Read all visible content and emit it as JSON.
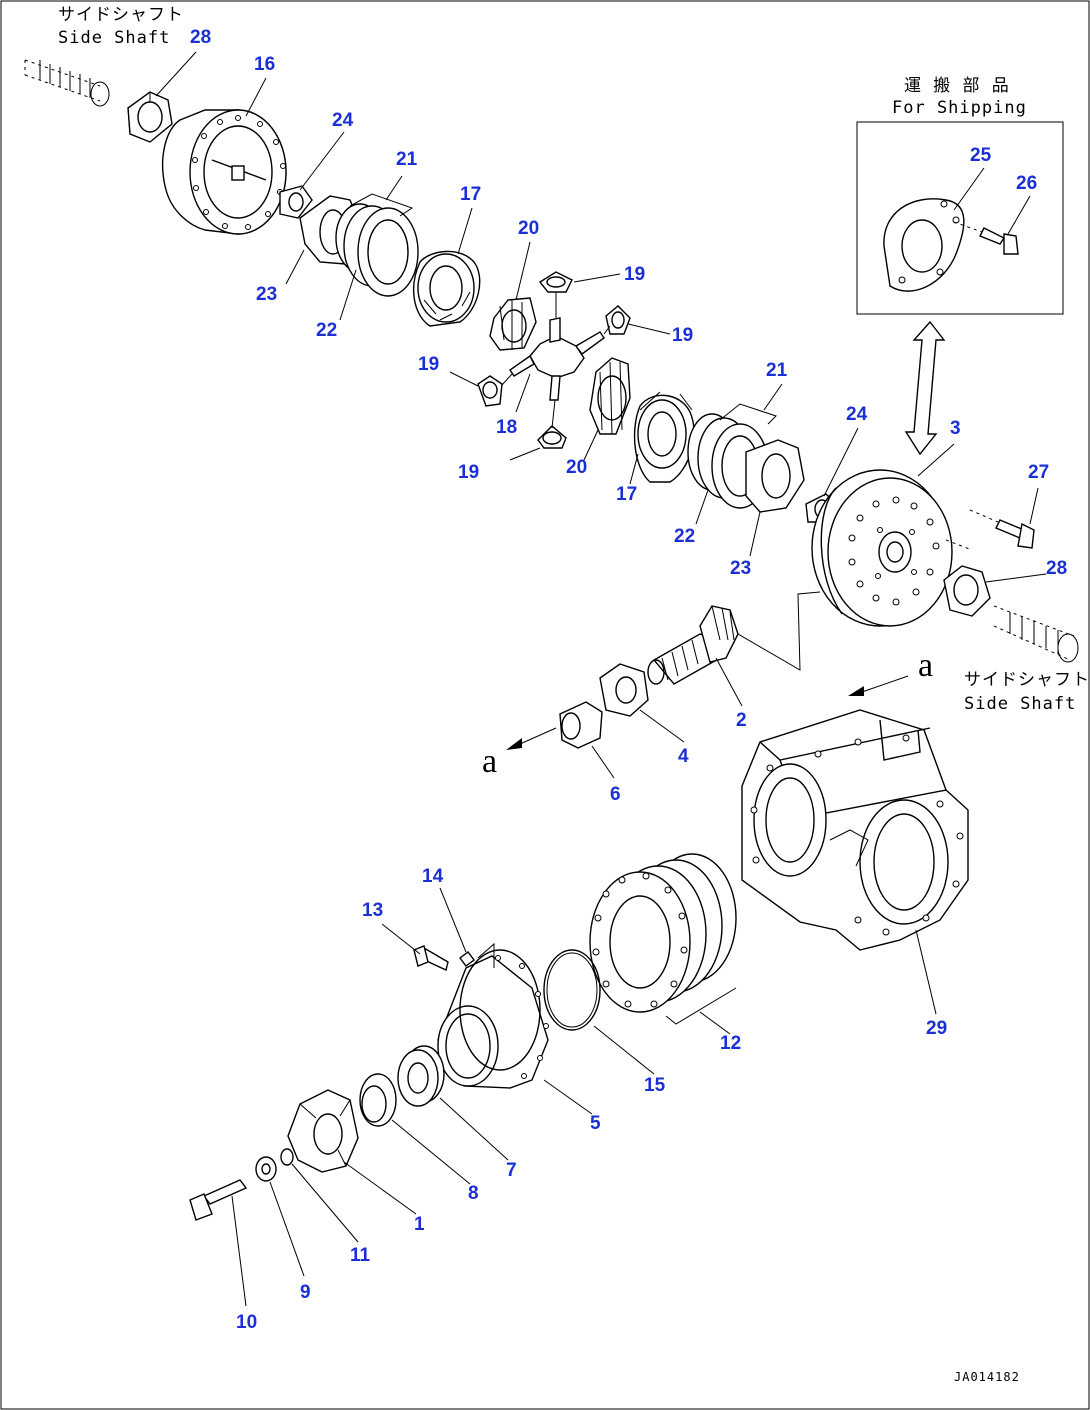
{
  "callouts": [
    {
      "id": "c28a",
      "text": "28"
    },
    {
      "id": "c16",
      "text": "16"
    },
    {
      "id": "c24a",
      "text": "24"
    },
    {
      "id": "c21a",
      "text": "21"
    },
    {
      "id": "c17a",
      "text": "17"
    },
    {
      "id": "c20a",
      "text": "20"
    },
    {
      "id": "c19a",
      "text": "19"
    },
    {
      "id": "c19b",
      "text": "19"
    },
    {
      "id": "c19c",
      "text": "19"
    },
    {
      "id": "c19d",
      "text": "19"
    },
    {
      "id": "c23a",
      "text": "23"
    },
    {
      "id": "c22a",
      "text": "22"
    },
    {
      "id": "c18",
      "text": "18"
    },
    {
      "id": "c20b",
      "text": "20"
    },
    {
      "id": "c17b",
      "text": "17"
    },
    {
      "id": "c21b",
      "text": "21"
    },
    {
      "id": "c22b",
      "text": "22"
    },
    {
      "id": "c23b",
      "text": "23"
    },
    {
      "id": "c24b",
      "text": "24"
    },
    {
      "id": "c3",
      "text": "3"
    },
    {
      "id": "c25",
      "text": "25"
    },
    {
      "id": "c26",
      "text": "26"
    },
    {
      "id": "c27",
      "text": "27"
    },
    {
      "id": "c28b",
      "text": "28"
    },
    {
      "id": "c2",
      "text": "2"
    },
    {
      "id": "c4",
      "text": "4"
    },
    {
      "id": "c6",
      "text": "6"
    },
    {
      "id": "c14",
      "text": "14"
    },
    {
      "id": "c13",
      "text": "13"
    },
    {
      "id": "c12",
      "text": "12"
    },
    {
      "id": "c15",
      "text": "15"
    },
    {
      "id": "c5",
      "text": "5"
    },
    {
      "id": "c7",
      "text": "7"
    },
    {
      "id": "c8",
      "text": "8"
    },
    {
      "id": "c1",
      "text": "1"
    },
    {
      "id": "c11",
      "text": "11"
    },
    {
      "id": "c9",
      "text": "9"
    },
    {
      "id": "c10",
      "text": "10"
    },
    {
      "id": "c29",
      "text": "29"
    }
  ],
  "notes": {
    "side_shaft_left_jp": "サイドシャフト",
    "side_shaft_left_en": "Side Shaft",
    "side_shaft_right_jp": "サイドシャフト",
    "side_shaft_right_en": "Side Shaft",
    "shipping_jp": "運 搬 部 品",
    "shipping_en": "For Shipping",
    "ref_a_top": "a",
    "ref_a_left": "a",
    "doc_id": "JA014182"
  }
}
